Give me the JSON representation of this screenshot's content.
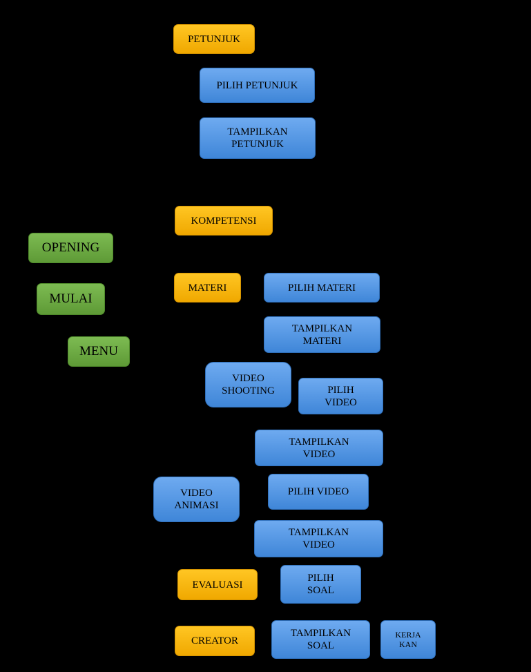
{
  "nodes": {
    "opening": "OPENING",
    "mulai": "MULAI",
    "menu": "MENU",
    "petunjuk": "PETUNJUK",
    "pilih_petunjuk": "PILIH PETUNJUK",
    "tampilkan_petunjuk": [
      "TAMPILKAN",
      "PETUNJUK"
    ],
    "kompetensi": "KOMPETENSI",
    "materi": "MATERI",
    "pilih_materi": "PILIH MATERI",
    "tampilkan_materi": [
      "TAMPILKAN",
      "MATERI"
    ],
    "video_shooting": [
      "VIDEO",
      "SHOOTING"
    ],
    "pilih_video_1": [
      "PILIH",
      "VIDEO"
    ],
    "tampilkan_video_1": [
      "TAMPILKAN",
      "VIDEO"
    ],
    "video_animasi": [
      "VIDEO",
      "ANIMASI"
    ],
    "pilih_video_2": "PILIH VIDEO",
    "tampilkan_video_2": [
      "TAMPILKAN",
      "VIDEO"
    ],
    "evaluasi": "EVALUASI",
    "pilih_soal": [
      "PILIH",
      "SOAL"
    ],
    "creator": "CREATOR",
    "tampilkan_soal": [
      "TAMPILKAN",
      "SOAL"
    ],
    "kerja_kan": [
      "KERJA",
      "KAN"
    ]
  },
  "colors": {
    "background": "#000000",
    "start_nodes": "#6aa843",
    "menu_nodes": "#fbb715",
    "process_nodes": "#4a90e2"
  }
}
